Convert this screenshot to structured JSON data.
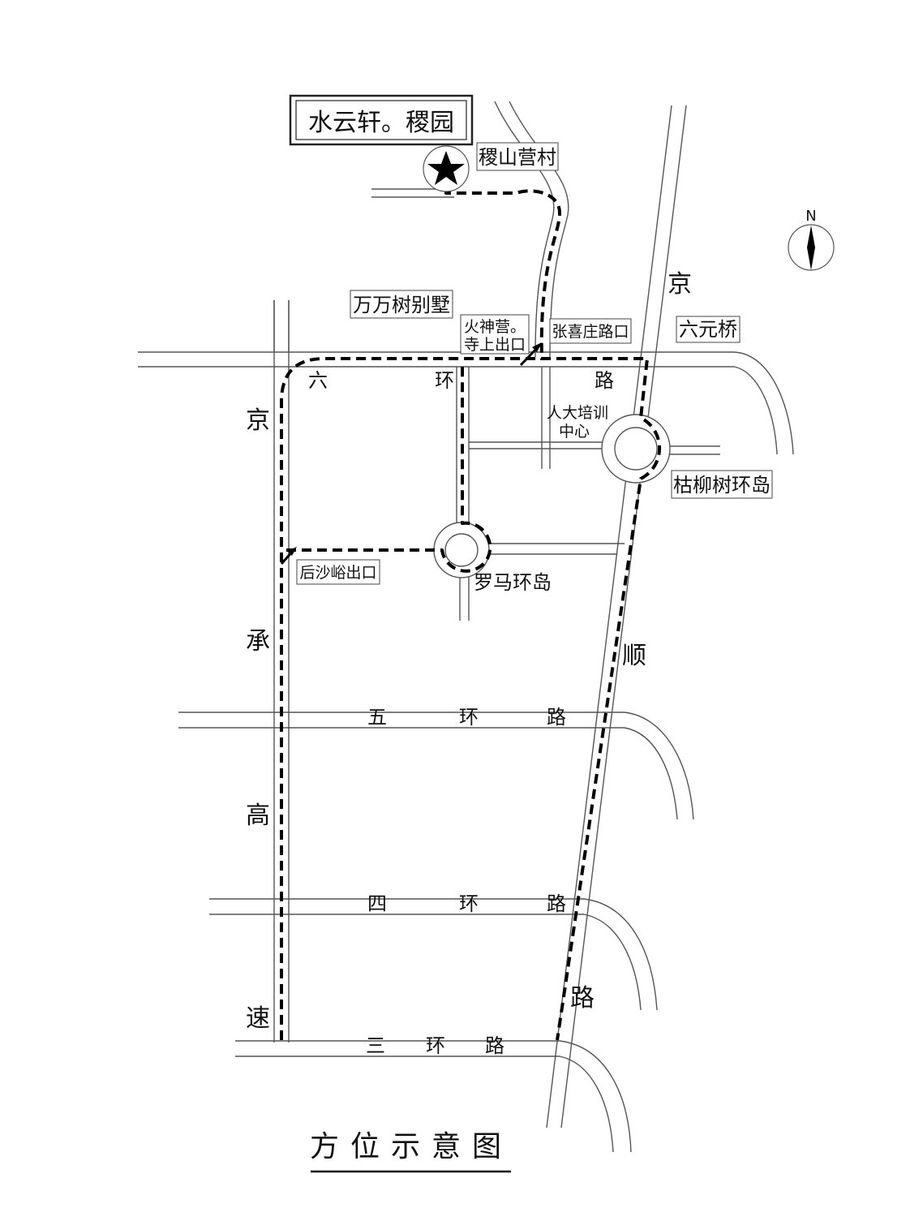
{
  "title": "水云轩。稷园",
  "caption": "方位示意图",
  "compass_label": "N",
  "places": {
    "village": "稷山营村",
    "villa": "万万树别墅",
    "exit_huoshenying_line1": "火神营。",
    "exit_huoshenying_line2": "寺上出口",
    "zhangxizhuang": "张喜庄路口",
    "liuyuan_bridge": "六元桥",
    "renda_line1": "人大培训",
    "renda_line2": "中心",
    "kuliushu": "枯柳树环岛",
    "houshayu": "后沙峪出口",
    "luoma": "罗马环岛"
  },
  "roads": {
    "liuhuan": [
      "六",
      "环",
      "路"
    ],
    "wuhuan": [
      "五",
      "环",
      "路"
    ],
    "sihuan": [
      "四",
      "环",
      "路"
    ],
    "sanhuan": [
      "三",
      "环",
      "路"
    ],
    "jingcheng": [
      "京",
      "承",
      "高",
      "速"
    ],
    "jingshun": [
      "京",
      "顺",
      "路"
    ]
  },
  "colors": {
    "route": "#000000",
    "road": "#555555",
    "background": "#ffffff"
  },
  "icons": {
    "destination": "star-icon",
    "north": "compass-icon"
  }
}
